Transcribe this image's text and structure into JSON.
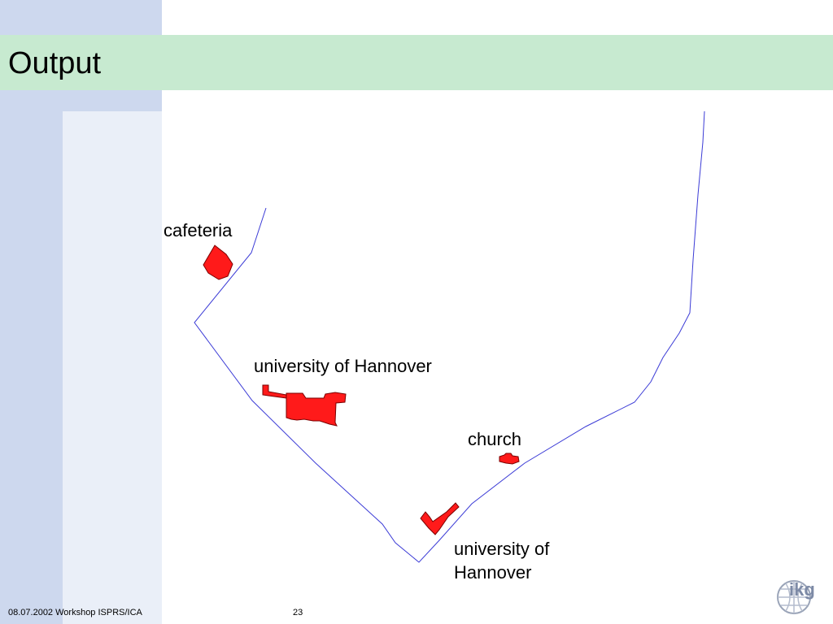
{
  "slide": {
    "title": "Output",
    "footer_left": "08.07.2002 Workshop ISPRS/ICA",
    "page_number": "23"
  },
  "map": {
    "labels": {
      "cafeteria": "cafeteria",
      "university_1": "university of Hannover",
      "church": "church",
      "university_2_line1": "university of",
      "university_2_line2": "Hannover"
    },
    "colors": {
      "route": "#3b3bd6",
      "building_fill": "#ff1a1a",
      "building_stroke": "#7a0000"
    }
  },
  "logo": {
    "text": "ikg",
    "icon": "globe-grid-icon"
  }
}
